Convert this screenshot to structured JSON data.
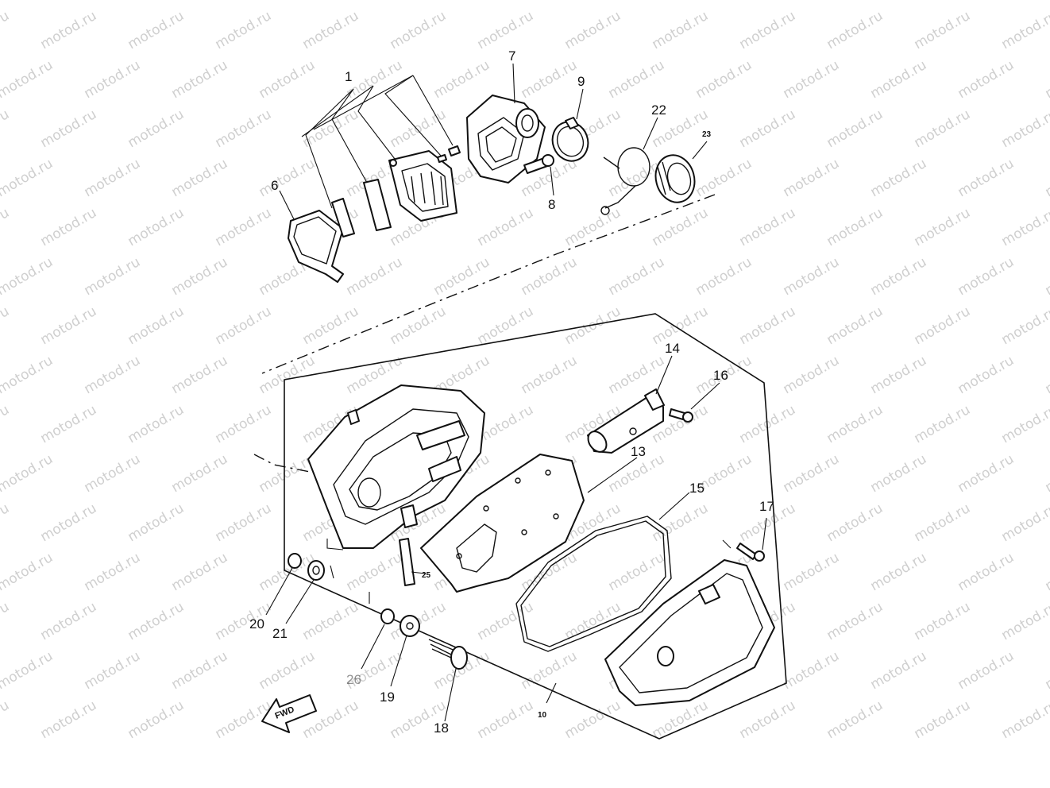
{
  "watermark": {
    "text": "motod.ru"
  },
  "callouts": [
    {
      "id": "c1",
      "text": "1"
    },
    {
      "id": "c6",
      "text": "6"
    },
    {
      "id": "c7",
      "text": "7"
    },
    {
      "id": "c8",
      "text": "8"
    },
    {
      "id": "c9",
      "text": "9"
    },
    {
      "id": "c22",
      "text": "22"
    },
    {
      "id": "c23",
      "text": "23"
    },
    {
      "id": "c14",
      "text": "14"
    },
    {
      "id": "c16",
      "text": "16"
    },
    {
      "id": "c13",
      "text": "13"
    },
    {
      "id": "c15",
      "text": "15"
    },
    {
      "id": "c17",
      "text": "17"
    },
    {
      "id": "c25",
      "text": "25"
    },
    {
      "id": "c20",
      "text": "20"
    },
    {
      "id": "c21",
      "text": "21"
    },
    {
      "id": "c26",
      "text": "26"
    },
    {
      "id": "c19",
      "text": "19"
    },
    {
      "id": "c18",
      "text": "18"
    },
    {
      "id": "c10",
      "text": "10"
    }
  ],
  "fwd_arrow": {
    "text": "FWD"
  }
}
